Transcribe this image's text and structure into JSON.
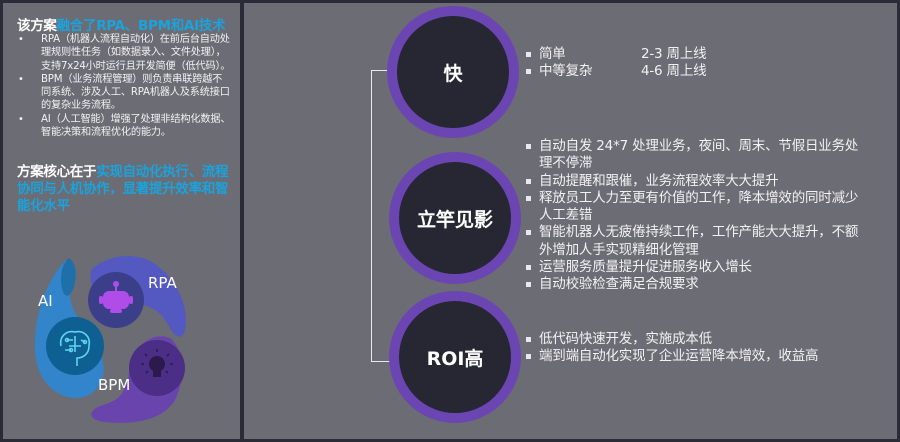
{
  "left_panel": {
    "title_prefix": "该方案",
    "title_highlight": "融合了RPA、BPM和AI技术",
    "points": [
      "RPA（机器人流程自动化）在前后台自动处理规则性任务（如数据录入、文件处理），支持7x24小时运行且开发简便（低代码）。",
      "BPM（业务流程管理）则负责串联跨越不同系统、涉及人工、RPA机器人及系统接口的复杂业务流程。",
      "AI（人工智能）增强了处理非结构化数据、智能决策和流程优化的能力。"
    ],
    "core_prefix": "方案核心在于",
    "core_highlight": "实现自动化执行、流程协同与人机协作，显著提升效率和智能化水平",
    "graphic": {
      "labels": {
        "ai": "AI",
        "rpa": "RPA",
        "bpm": "BPM"
      },
      "icons": {
        "ai": "brain-icon",
        "rpa": "robot-icon",
        "bpm": "lightbulb-icon"
      },
      "colors": {
        "ai": "#2f86d0",
        "rpa": "#5258c4",
        "bpm": "#6a42b0",
        "robot": "#b04de8"
      }
    }
  },
  "right_panel": {
    "sections": [
      {
        "title": "快",
        "items": [
          {
            "label": "简单",
            "value": "2-3 周上线"
          },
          {
            "label": "中等复杂",
            "value": "4-6 周上线"
          }
        ]
      },
      {
        "title": "立竿见影",
        "items": [
          "自动自发 24*7 处理业务，夜间、周末、节假日业务处理不停滞",
          "自动提醒和跟催，业务流程效率大大提升",
          "释放员工人力至更有价值的工作，降本增效的同时减少人工差错",
          "智能机器人无疲倦持续工作，工作产能大大提升，不额外增加人手实现精细化管理",
          "运营服务质量提升促进服务收入增长",
          "自动校验检查满足合规要求"
        ]
      },
      {
        "title": "ROI高",
        "items": [
          "低代码快速开发，实施成本低",
          "端到端自动化实现了企业运营降本增效，收益高"
        ]
      }
    ],
    "colors": {
      "ring": "#6b46b3",
      "circle_fill": "#262733",
      "panel": "#6c6c74",
      "accent": "#1aa3dc"
    }
  }
}
